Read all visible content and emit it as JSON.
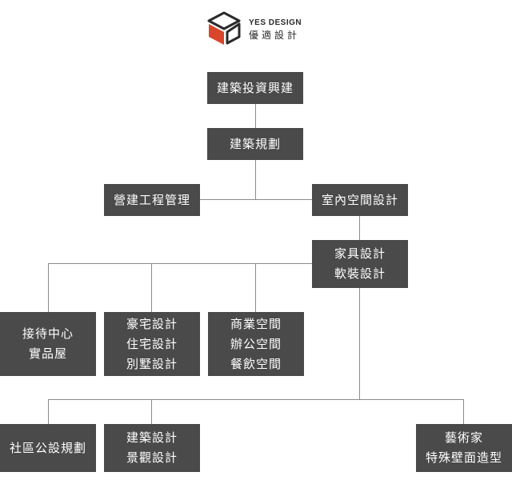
{
  "brand": {
    "name_en": "YES DESIGN",
    "name_zh": "優適設計",
    "logo_icon": "isometric-cube-logo-icon",
    "accent": "#d9462b"
  },
  "box_color": "#4a4a4a",
  "line_color": "#8a8a8a",
  "nodes": {
    "architecture_investment": [
      "建築投資興建"
    ],
    "architecture_planning": [
      "建築規劃"
    ],
    "construction_management": [
      "營建工程管理"
    ],
    "interior_design": [
      "室內空間設計"
    ],
    "furniture_soft": [
      "家具設計",
      "軟裝設計"
    ],
    "reception": [
      "接待中心",
      "實品屋"
    ],
    "residential": [
      "豪宅設計",
      "住宅設計",
      "別墅設計"
    ],
    "commercial": [
      "商業空間",
      "辦公空間",
      "餐飲空間"
    ],
    "community": [
      "社區公設規劃"
    ],
    "landscape": [
      "建築設計",
      "景觀設計"
    ],
    "art": [
      "藝術家",
      "特殊壁面造型"
    ]
  }
}
